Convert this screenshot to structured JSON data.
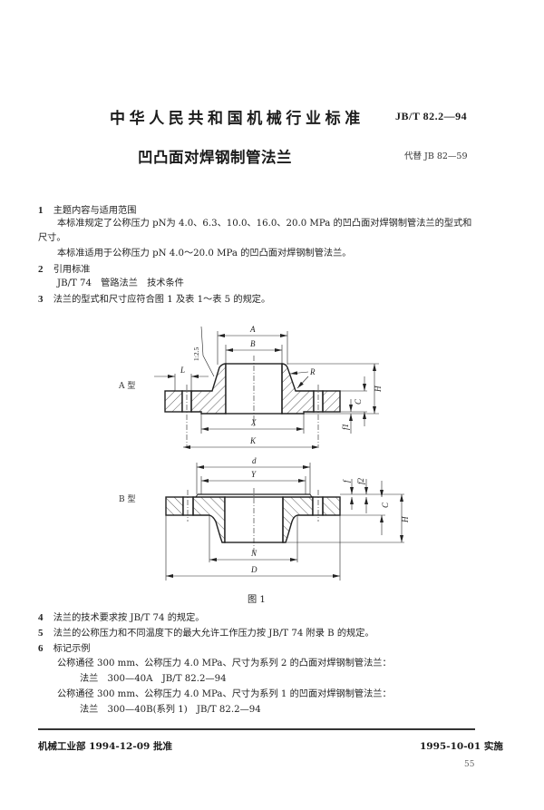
{
  "header": {
    "standard_title": "中华人民共和国机械行业标准",
    "standard_code": "JB/T 82.2—94",
    "document_title": "凹凸面对焊钢制管法兰",
    "replaces": "代替 JB 82—59"
  },
  "sections": [
    {
      "num": "1",
      "title": "主题内容与适用范围",
      "paragraphs": [
        "本标准规定了公称压力 pN为 4.0、6.3、10.0、16.0、20.0 MPa 的凹凸面对焊钢制管法兰的型式和",
        "尺寸。",
        "本标准适用于公称压力 pN 4.0～20.0 MPa 的凹凸面对焊钢制管法兰。"
      ]
    },
    {
      "num": "2",
      "title": "引用标准",
      "paragraphs": [
        "JB/T 74　管路法兰　技术条件"
      ]
    },
    {
      "num": "3",
      "title": "法兰的型式和尺寸应符合图 1 及表 1～表 5 的规定。",
      "paragraphs": []
    },
    {
      "num": "4",
      "title": "法兰的技术要求按 JB/T 74 的规定。",
      "paragraphs": []
    },
    {
      "num": "5",
      "title": "法兰的公称压力和不同温度下的最大允许工作压力按 JB/T 74 附录 B 的规定。",
      "paragraphs": []
    },
    {
      "num": "6",
      "title": "标记示例",
      "paragraphs": [
        "公称通径 300 mm、公称压力 4.0 MPa、尺寸为系列 2 的凸面对焊钢制管法兰：",
        "法兰　300—40A　JB/T 82.2—94",
        "公称通径 300 mm、公称压力 4.0 MPa、尺寸为系列 1 的凹面对焊钢制管法兰：",
        "法兰　300—40B(系列 1)　JB/T 82.2—94"
      ]
    }
  ],
  "figure": {
    "caption": "图 1",
    "type_a_label": "A 型",
    "type_b_label": "B 型",
    "type_a_dims": {
      "A": "A",
      "B": "B",
      "R": "R",
      "L": "L",
      "X": "X",
      "K": "K",
      "H": "H",
      "C": "C",
      "f1": "f1",
      "taper": "1:2.5"
    },
    "type_b_dims": {
      "d": "d",
      "Y": "Y",
      "N": "N",
      "D": "D",
      "H": "H",
      "C": "C",
      "f": "f",
      "f2": "f2"
    }
  },
  "footer": {
    "approval": "机械工业部 1994-12-09 批准",
    "effective": "1995-10-01 实施",
    "page_number": "55"
  }
}
